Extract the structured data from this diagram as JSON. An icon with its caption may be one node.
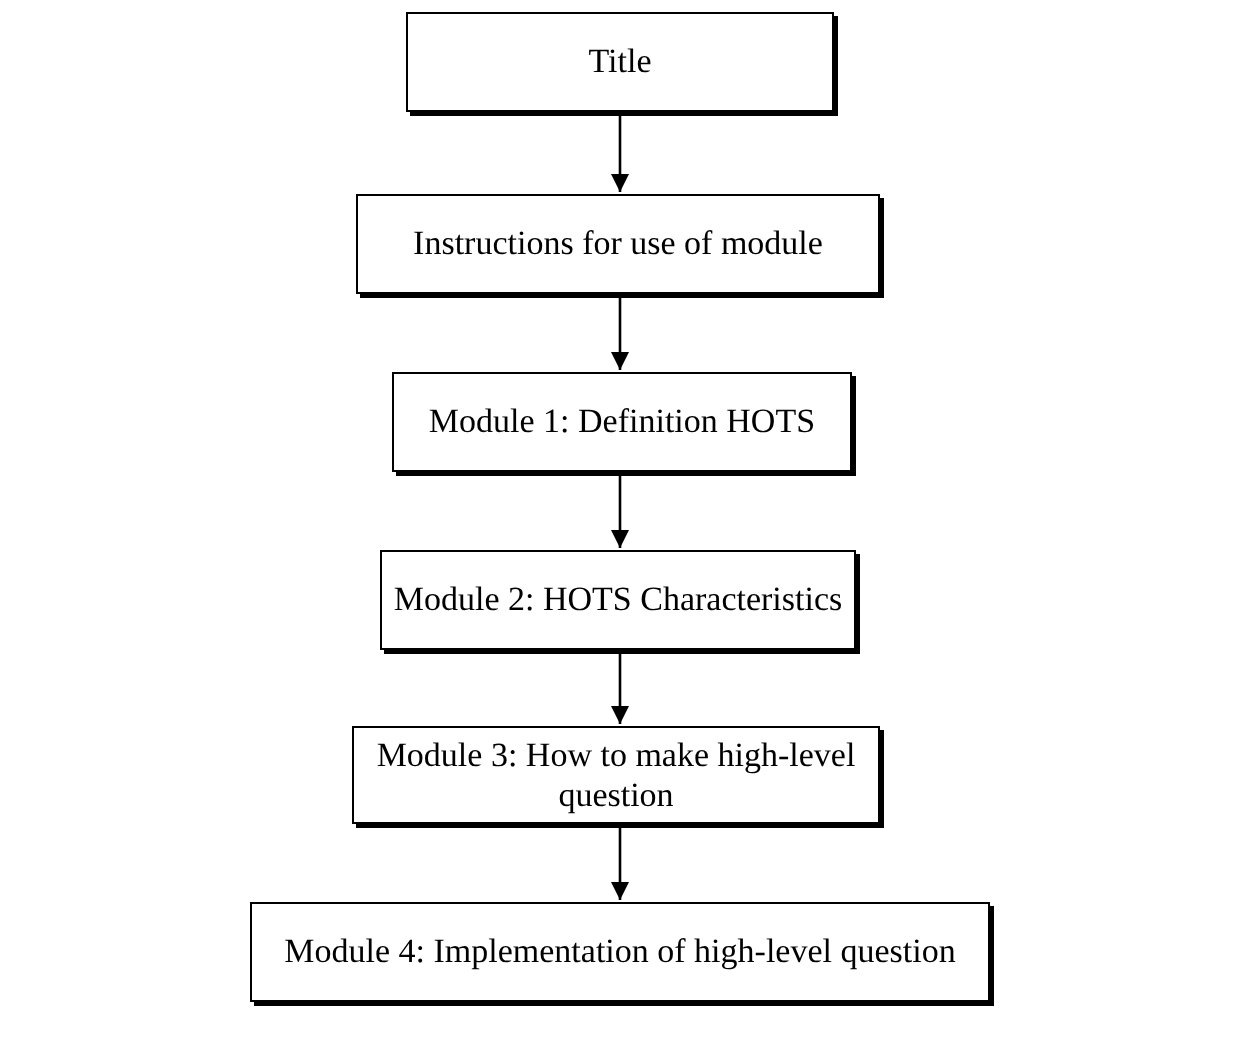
{
  "diagram": {
    "nodes": [
      {
        "text": [
          "Title"
        ]
      },
      {
        "text": [
          "Instructions for use of module"
        ]
      },
      {
        "text": [
          "Module 1: Definition HOTS"
        ]
      },
      {
        "text": [
          "Module 2: HOTS Characteristics"
        ]
      },
      {
        "text": [
          "Module 3: How to make high-level question"
        ]
      },
      {
        "text": [
          "Module 4: Implementation of high-level question"
        ]
      }
    ],
    "edges": [
      {
        "from": 0,
        "to": 1,
        "arrow": "to"
      },
      {
        "from": 1,
        "to": 2,
        "arrow": "to"
      },
      {
        "from": 2,
        "to": 3,
        "arrow": "to"
      },
      {
        "from": 3,
        "to": 4,
        "arrow": "to"
      },
      {
        "from": 4,
        "to": 5,
        "arrow": "to"
      }
    ]
  }
}
